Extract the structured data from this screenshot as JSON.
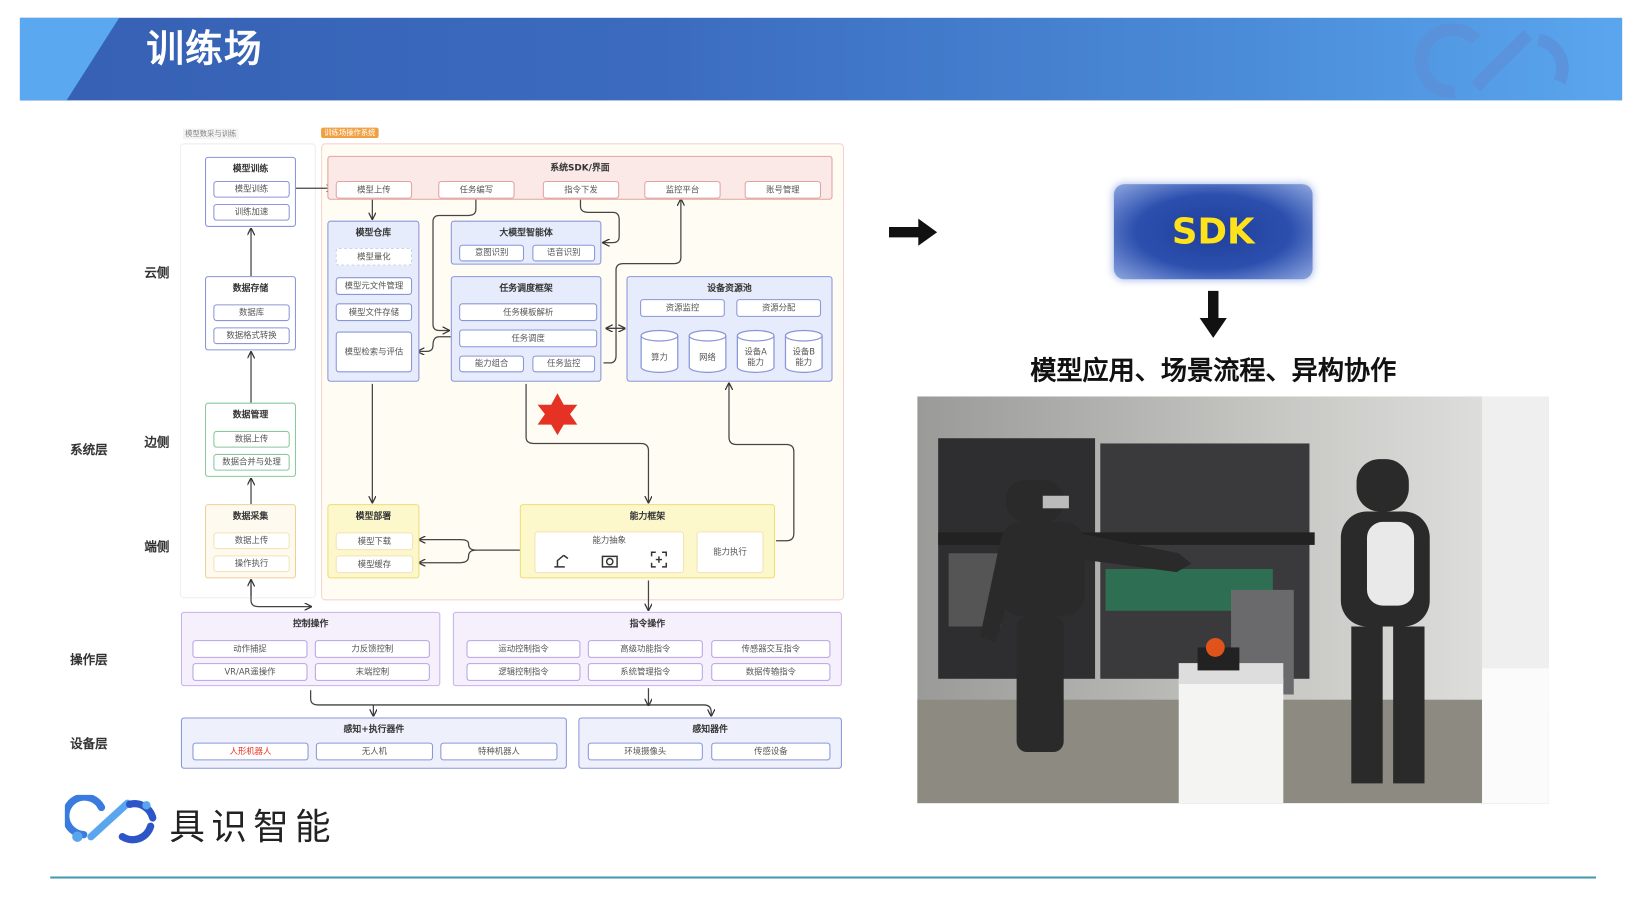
{
  "header": {
    "title": "训练场"
  },
  "diagram": {
    "left_caption": "模型数采与训练",
    "system_tag": "训练场操作系统",
    "rows": {
      "cloud": "云侧",
      "system": "系统层",
      "edge": "边侧",
      "end": "端侧",
      "operation": "操作层",
      "device": "设备层"
    },
    "groups": {
      "model_training": {
        "title": "模型训练",
        "items": [
          "模型训练",
          "训练加速"
        ]
      },
      "data_storage": {
        "title": "数据存储",
        "items": [
          "数据库",
          "数据格式转换"
        ]
      },
      "data_management": {
        "title": "数据管理",
        "items": [
          "数据上传",
          "数据合并与处理"
        ]
      },
      "data_collection": {
        "title": "数据采集",
        "items": [
          "数据上传",
          "操作执行"
        ]
      },
      "sdk": {
        "title": "系统SDK/界面",
        "items": [
          "模型上传",
          "任务编写",
          "指令下发",
          "监控平台",
          "账号管理"
        ]
      },
      "model_repo": {
        "title": "模型仓库",
        "items": [
          "模型量化",
          "模型元文件管理",
          "模型文件存储",
          "模型检索与评估"
        ]
      },
      "llm_agent": {
        "title": "大模型智能体",
        "items": [
          "意图识别",
          "语音识别"
        ]
      },
      "task_framework": {
        "title": "任务调度框架",
        "items": [
          "任务模板解析",
          "任务调度",
          "能力组合",
          "任务监控"
        ]
      },
      "device_pool": {
        "title": "设备资源池",
        "items": [
          "资源监控",
          "资源分配"
        ],
        "cylinders": [
          "算力",
          "网络",
          "设备A\n能力",
          "设备B\n能力"
        ]
      },
      "model_deploy": {
        "title": "模型部署",
        "items": [
          "模型下载",
          "模型缓存"
        ]
      },
      "capability": {
        "title": "能力框架",
        "items": [
          "能力抽象",
          "能力执行"
        ]
      },
      "control_ops": {
        "title": "控制操作",
        "items": [
          "动作捕捉",
          "力反馈控制",
          "VR/AR遥操作",
          "末端控制"
        ]
      },
      "command_ops": {
        "title": "指令操作",
        "items": [
          "运动控制指令",
          "高级功能指令",
          "传感器交互指令",
          "逻辑控制指令",
          "系统管理指令",
          "数据传输指令"
        ]
      },
      "sense_exec": {
        "title": "感知+执行器件",
        "items": [
          "人形机器人",
          "无人机",
          "特种机器人"
        ]
      },
      "sense": {
        "title": "感知器件",
        "items": [
          "环境摄像头",
          "传感设备"
        ]
      }
    }
  },
  "right": {
    "sdk_label": "SDK",
    "caption": "模型应用、场景流程、异构协作"
  },
  "brand": {
    "name": "具识智能"
  },
  "colors": {
    "banner": "#3660b3",
    "sdk_text": "#ffe21a",
    "highlight": "#e53224"
  }
}
